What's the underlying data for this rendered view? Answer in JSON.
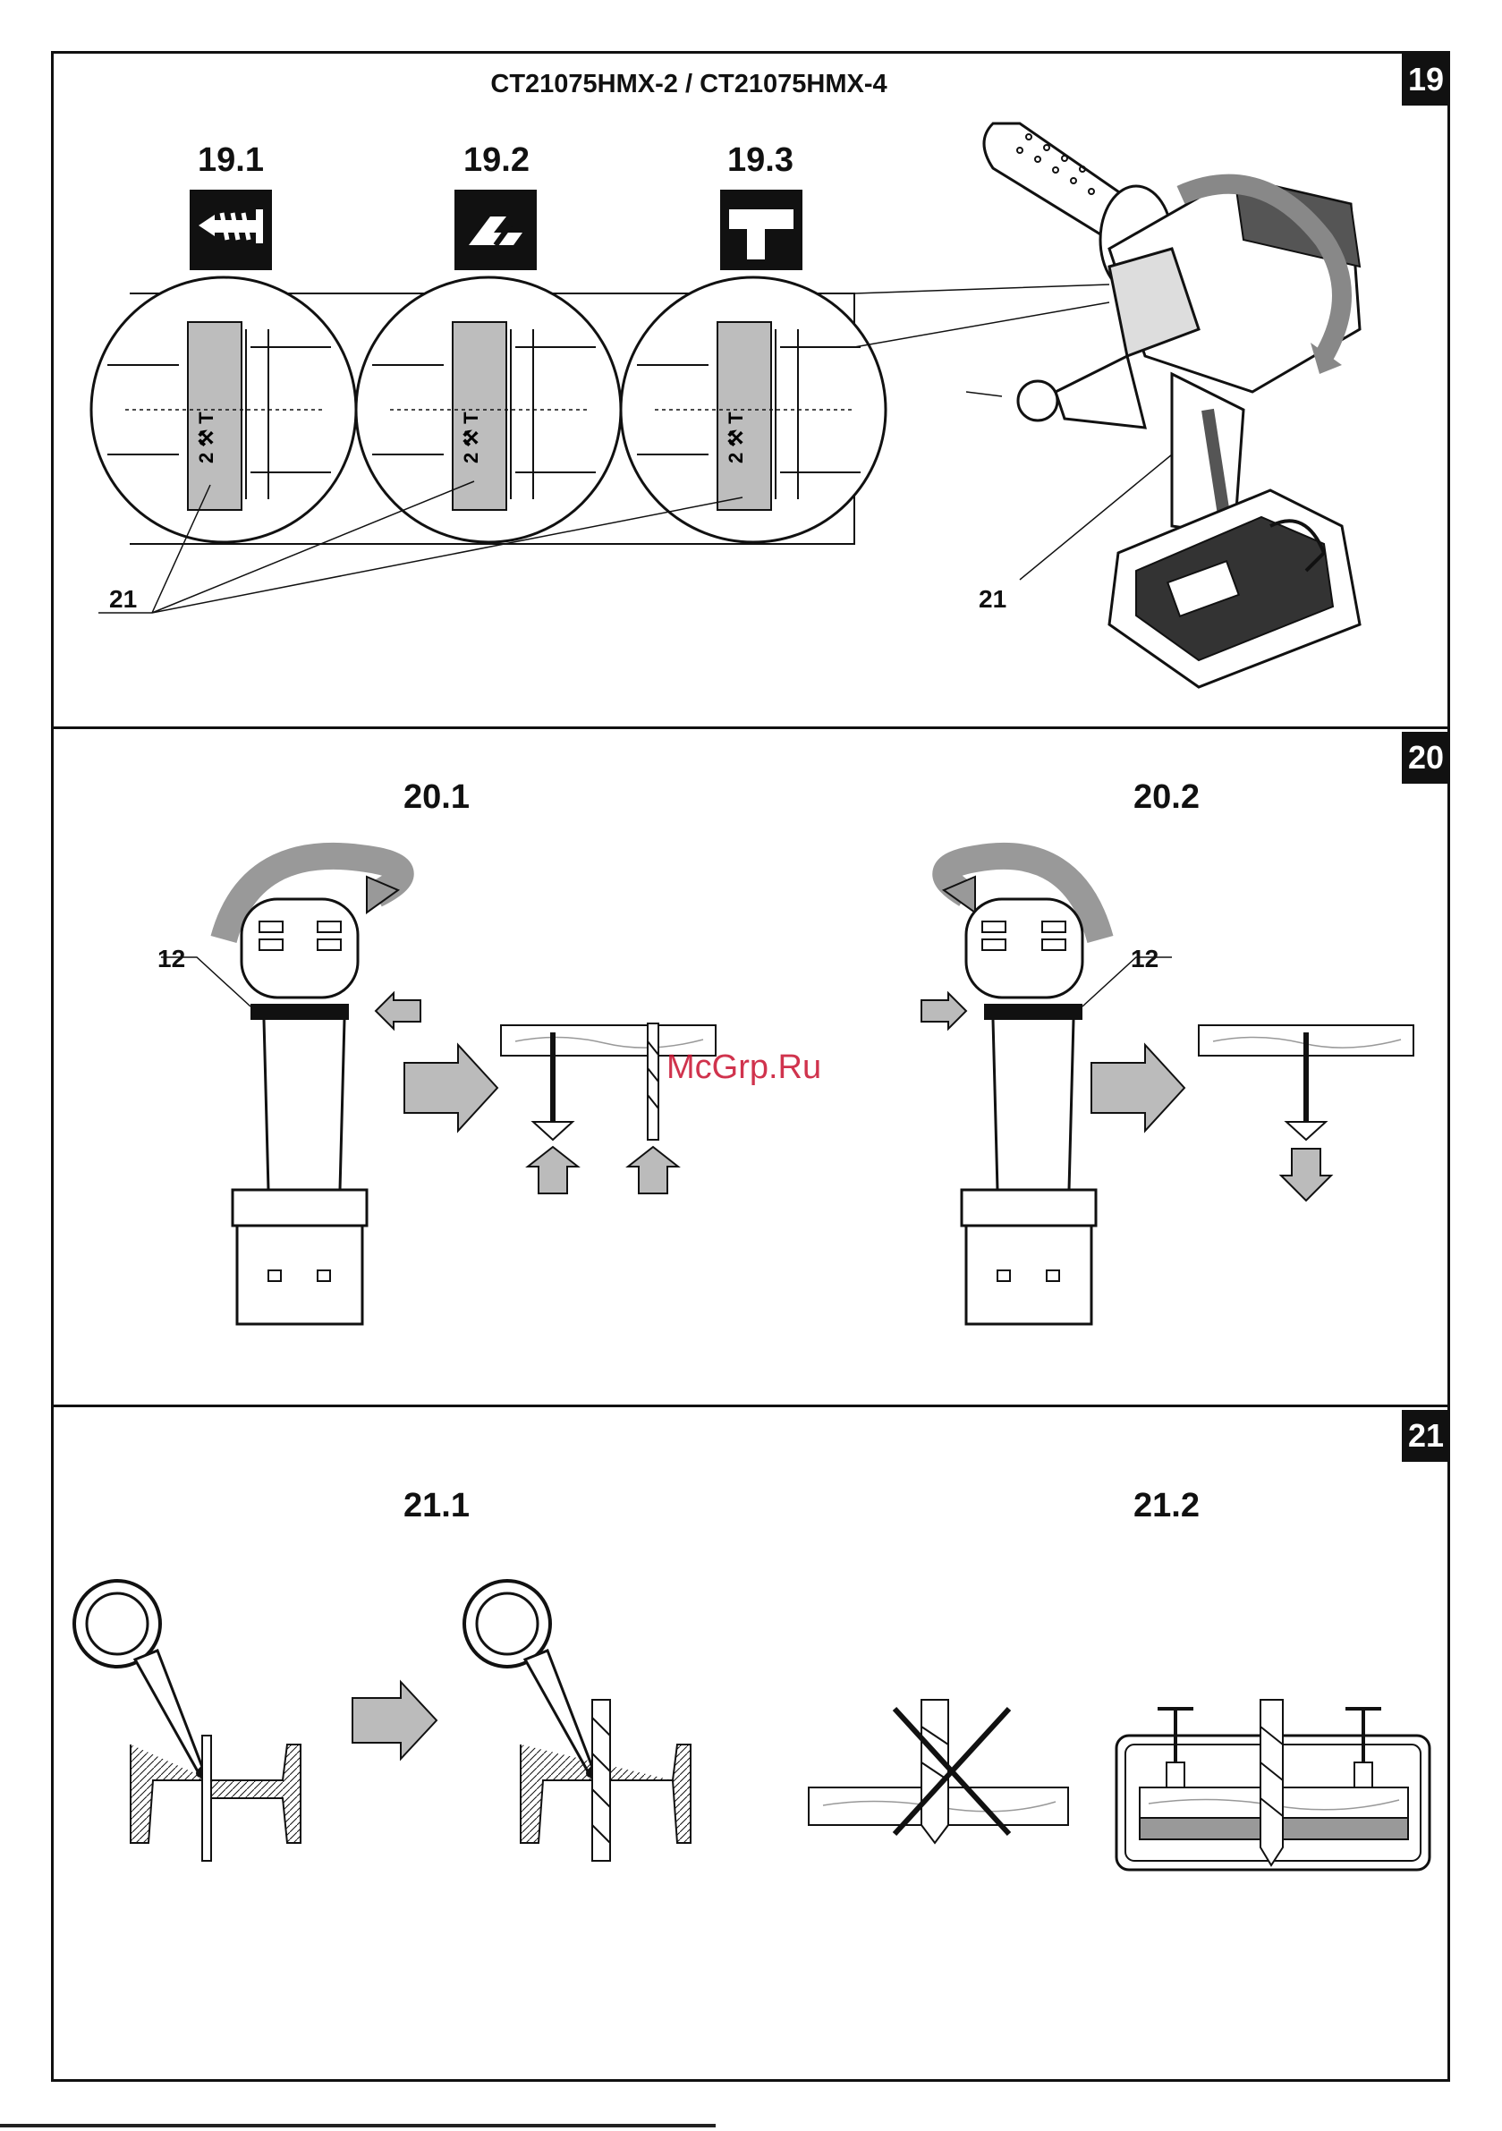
{
  "panels": {
    "p19": {
      "badge": "19",
      "model": "CT21075HMX-2 / CT21075HMX-4",
      "modes": [
        {
          "label": "19.1",
          "icon": "screw-mode-icon"
        },
        {
          "label": "19.2",
          "icon": "drill-mode-icon"
        },
        {
          "label": "19.3",
          "icon": "hammer-mode-icon"
        }
      ],
      "callout_a": "21",
      "callout_b": "21"
    },
    "p20": {
      "badge": "20",
      "left_label": "20.1",
      "right_label": "20.2",
      "callout_left": "12",
      "callout_right": "12"
    },
    "p21": {
      "badge": "21",
      "left_label": "21.1",
      "right_label": "21.2"
    }
  },
  "watermark": "McGrp.Ru"
}
